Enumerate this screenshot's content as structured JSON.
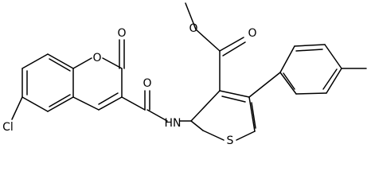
{
  "atoms": {
    "o_lactone_ring": "O",
    "o_lactone_carbonyl": "O",
    "o_amide_carbonyl": "O",
    "nh_amide": "HN",
    "cl_substituent": "Cl",
    "s_thiophene": "S",
    "o_ester_ether": "O",
    "o_ester_carbonyl": "O"
  },
  "colors": {
    "bond": "#000000",
    "label": "#000000",
    "background": "#ffffff"
  }
}
